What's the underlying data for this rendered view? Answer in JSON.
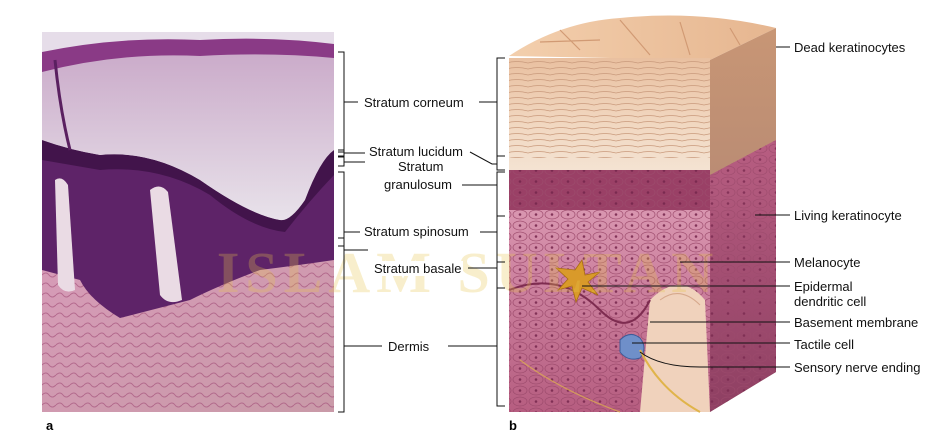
{
  "panel_a_tag": "a",
  "panel_b_tag": "b",
  "watermark": "ISLAM SULTAN",
  "left_labels": {
    "stratum_corneum": "Stratum corneum",
    "stratum_lucidum": "Stratum lucidum",
    "stratum_granulosum_1": "Stratum",
    "stratum_granulosum_2": "granulosum",
    "stratum_spinosum": "Stratum spinosum",
    "stratum_basale": "Stratum basale",
    "dermis": "Dermis"
  },
  "right_labels": {
    "dead_keratinocytes": "Dead keratinocytes",
    "living_keratinocyte": "Living keratinocyte",
    "melanocyte": "Melanocyte",
    "epidermal_dendritic_cell_1": "Epidermal",
    "epidermal_dendritic_cell_2": "dendritic cell",
    "basement_membrane": "Basement membrane",
    "tactile_cell": "Tactile cell",
    "sensory_nerve_ending": "Sensory nerve ending"
  },
  "colors": {
    "micro_purple": "#6a2a70",
    "micro_pink": "#c77da8",
    "micro_pale": "#d9cfe0",
    "block_tan": "#e9bf9c",
    "block_pink": "#c46786",
    "block_dark": "#8a3a5c"
  }
}
